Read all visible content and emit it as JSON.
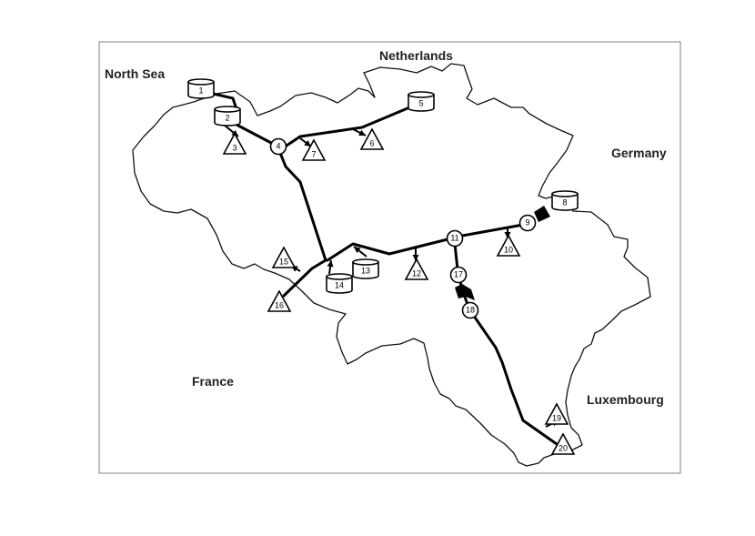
{
  "regions": [
    {
      "id": "north-sea",
      "label": "North Sea"
    },
    {
      "id": "netherlands",
      "label": "Netherlands"
    },
    {
      "id": "germany",
      "label": "Germany"
    },
    {
      "id": "france",
      "label": "France"
    },
    {
      "id": "luxembourg",
      "label": "Luxembourg"
    }
  ],
  "nodes": [
    {
      "id": "1",
      "label": "1",
      "kind": "source"
    },
    {
      "id": "2",
      "label": "2",
      "kind": "source"
    },
    {
      "id": "3",
      "label": "3",
      "kind": "demand"
    },
    {
      "id": "4",
      "label": "4",
      "kind": "junction"
    },
    {
      "id": "5",
      "label": "5",
      "kind": "source"
    },
    {
      "id": "6",
      "label": "6",
      "kind": "demand"
    },
    {
      "id": "7",
      "label": "7",
      "kind": "demand"
    },
    {
      "id": "8",
      "label": "8",
      "kind": "source"
    },
    {
      "id": "9",
      "label": "9",
      "kind": "junction"
    },
    {
      "id": "10",
      "label": "10",
      "kind": "demand"
    },
    {
      "id": "11",
      "label": "11",
      "kind": "junction"
    },
    {
      "id": "12",
      "label": "12",
      "kind": "demand"
    },
    {
      "id": "13",
      "label": "13",
      "kind": "source"
    },
    {
      "id": "14",
      "label": "14",
      "kind": "source"
    },
    {
      "id": "15",
      "label": "15",
      "kind": "demand"
    },
    {
      "id": "16",
      "label": "16",
      "kind": "demand"
    },
    {
      "id": "17",
      "label": "17",
      "kind": "junction"
    },
    {
      "id": "18",
      "label": "18",
      "kind": "junction"
    },
    {
      "id": "19",
      "label": "19",
      "kind": "demand"
    },
    {
      "id": "20",
      "label": "20",
      "kind": "demand"
    }
  ]
}
